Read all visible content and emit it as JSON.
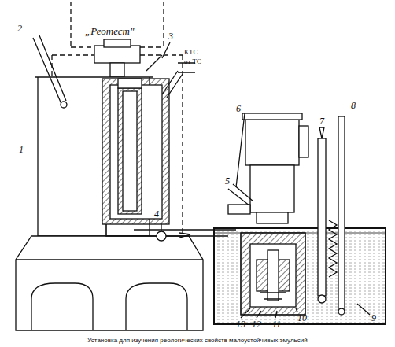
{
  "diagram": {
    "caption": "Установка для изучения реологических свойств малоустойчивых эмульсий",
    "nodes": [
      {
        "text": [
          "„Реотест\""
        ]
      }
    ],
    "labels": [
      "1",
      "2",
      "3",
      "КТС",
      "от ТС",
      "4",
      "5",
      "6",
      "7",
      "8",
      "13",
      "12",
      "11",
      "10",
      "9"
    ]
  }
}
